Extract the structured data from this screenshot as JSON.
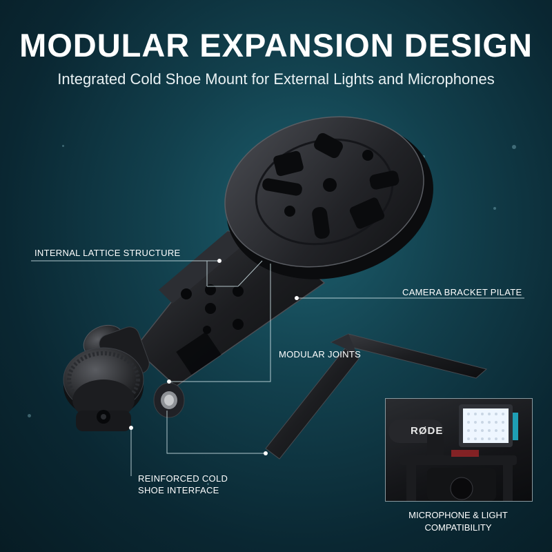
{
  "header": {
    "title": "MODULAR EXPANSION DESIGN",
    "subtitle": "Integrated Cold Shoe Mount for External Lights and Microphones"
  },
  "callouts": {
    "internal_lattice": "INTERNAL LATTICE STRUCTURE",
    "camera_bracket": "CAMERA BRACKET PILATE",
    "modular_joints": "MODULAR JOINTS",
    "cold_shoe_line1": "REINFORCED COLD",
    "cold_shoe_line2": "SHOE INTERFACE"
  },
  "inset": {
    "mic_brand": "RØDE",
    "caption_line1": "MICROPHONE & LIGHT",
    "caption_line2": "COMPATIBILITY"
  },
  "colors": {
    "background": "#12404d",
    "metal": "#1c1d20",
    "callout_line": "#cfe3e8",
    "led_light": "#eef6ff"
  },
  "icons": [
    "callout-dot-icon"
  ]
}
